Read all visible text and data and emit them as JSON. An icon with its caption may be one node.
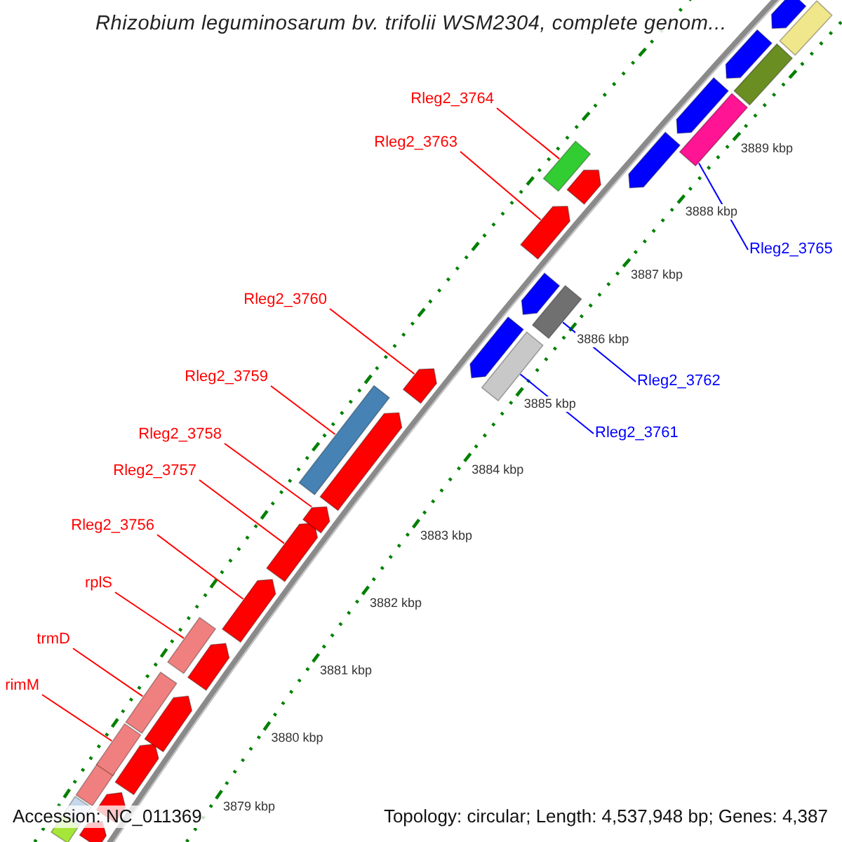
{
  "diagram": {
    "title": "Rhizobium leguminosarum bv. trifolii WSM2304, complete genom...",
    "nodes": [
      {
        "text": [
          "Rleg2_3764"
        ]
      },
      {
        "text": [
          "Rleg2_3763"
        ]
      },
      {
        "text": [
          "Rleg2_3765"
        ]
      },
      {
        "text": [
          "Rleg2_3760"
        ]
      },
      {
        "text": [
          "Rleg2_3759"
        ]
      },
      {
        "text": [
          "Rleg2_3762"
        ]
      },
      {
        "text": [
          "Rleg2_3761"
        ]
      },
      {
        "text": [
          "Rleg2_3758"
        ]
      },
      {
        "text": [
          "Rleg2_3757"
        ]
      },
      {
        "text": [
          "Rleg2_3756"
        ]
      },
      {
        "text": [
          "rplS"
        ]
      },
      {
        "text": [
          "trmD"
        ]
      },
      {
        "text": [
          "rimM"
        ]
      },
      {
        "text": [],
        "shape": "box"
      },
      {
        "text": [],
        "shape": "arrow"
      },
      {
        "text": [],
        "shape": "box"
      },
      {
        "text": [],
        "shape": "box"
      },
      {
        "text": [],
        "shape": "arrow"
      },
      {
        "text": [],
        "shape": "box"
      },
      {
        "text": [],
        "shape": "arrow"
      },
      {
        "text": [],
        "shape": "box"
      },
      {
        "text": [],
        "shape": "arrow"
      },
      {
        "text": [],
        "shape": "box"
      },
      {
        "text": [],
        "shape": "arrow"
      },
      {
        "text": [],
        "shape": "arrow"
      },
      {
        "text": [],
        "shape": "arrow"
      },
      {
        "text": [],
        "shape": "box"
      },
      {
        "text": [],
        "shape": "arrow"
      },
      {
        "text": [],
        "shape": "arrow"
      },
      {
        "text": [],
        "shape": "arrow"
      },
      {
        "text": [],
        "shape": "arrow"
      },
      {
        "text": [],
        "shape": "box"
      },
      {
        "text": [],
        "shape": "arrow"
      },
      {
        "text": [],
        "shape": "box"
      },
      {
        "text": [],
        "shape": "arrow"
      },
      {
        "text": [],
        "shape": "box"
      },
      {
        "text": [],
        "shape": "arrow"
      },
      {
        "text": [],
        "shape": "arrow"
      },
      {
        "text": [],
        "shape": "arrow"
      },
      {
        "text": [],
        "shape": "box"
      },
      {
        "text": [],
        "shape": "arrow"
      },
      {
        "text": [],
        "shape": "box"
      },
      {
        "text": [],
        "shape": "arrow"
      },
      {
        "text": [],
        "shape": "box"
      }
    ],
    "edges": [
      {
        "from": 0,
        "to": 35,
        "arrow": "none"
      },
      {
        "from": 1,
        "to": 34,
        "arrow": "none"
      },
      {
        "from": 2,
        "to": 39,
        "arrow": "none",
        "color": "#0000ff"
      },
      {
        "from": 3,
        "to": 29,
        "arrow": "none"
      },
      {
        "from": 4,
        "to": 26,
        "arrow": "none"
      },
      {
        "from": 5,
        "to": 33,
        "arrow": "none",
        "color": "#0000ff"
      },
      {
        "from": 6,
        "to": 31,
        "arrow": "none",
        "color": "#0000ff"
      },
      {
        "from": 7,
        "to": 27,
        "arrow": "none"
      },
      {
        "from": 8,
        "to": 25,
        "arrow": "none"
      },
      {
        "from": 9,
        "to": 24,
        "arrow": "none"
      },
      {
        "from": 10,
        "to": 22,
        "arrow": "none"
      },
      {
        "from": 11,
        "to": 20,
        "arrow": "none"
      },
      {
        "from": 12,
        "to": 18,
        "arrow": "none"
      }
    ],
    "labels": [
      "3889 kbp",
      "3888 kbp",
      "3887 kbp",
      "3886 kbp",
      "3885 kbp",
      "3884 kbp",
      "3883 kbp",
      "3882 kbp",
      "3881 kbp",
      "3880 kbp",
      "3879 kbp",
      "Accession: NC_011369",
      "Topology: circular; Length: 4,537,948 bp; Genes: 4,387"
    ]
  }
}
